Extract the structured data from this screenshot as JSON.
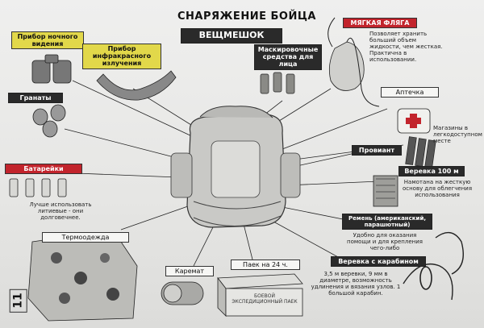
{
  "title": "СНАРЯЖЕНИЕ БОЙЦА",
  "center_label": "ВЕЩМЕШОК",
  "labels": {
    "night_vision": "Прибор ночного видения",
    "infrared": "Прибор инфракрасного излучения",
    "grenades": "Гранаты",
    "batteries": "Батарейки",
    "batteries_note": "Лучше использовать литиевые - они долговечнее.",
    "thermal": "Термоодежда",
    "karemat": "Каремат",
    "ration": "Паек на 24 ч.",
    "ration_box_text": "БОЕВОЙ ЭКСПЕДИЦИОННЫЙ ПАЕК",
    "face_camo": "Маскировочные средства для лица",
    "flask": "МЯГКАЯ ФЛЯГА",
    "flask_note": "Позволяет хранить больший объем жидкости, чем жесткая. Практична в использовании.",
    "first_aid": "Аптечка",
    "magazines_note": "Магазины в легкодоступном месте",
    "provisions": "Провиант",
    "rope100": "Веревка 100 м",
    "rope100_note": "Намотана на жесткую основу для облегчения использования",
    "belt": "Ремень (американский, парашютный)",
    "belt_note": "Удобно для оказания помощи и для крепления чего-либо",
    "rope_carabiner": "Веревка с карабином",
    "rope_carabiner_note": "3,5 м веревки, 9 мм в диаметре, возможность удлинения и вязания узлов. 1 большой карабин.",
    "page_number": "11"
  },
  "colors": {
    "yellow": "#e2d84a",
    "dark": "#2a2a2a",
    "red": "#c2242c",
    "paper": "#ecece9"
  }
}
